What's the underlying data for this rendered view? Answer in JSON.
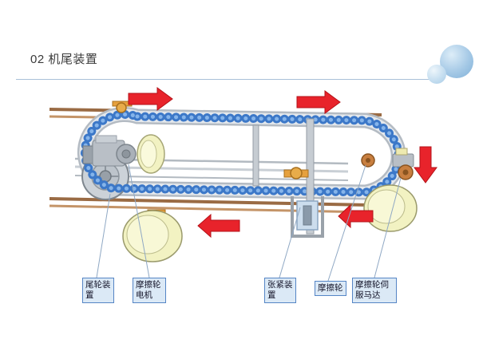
{
  "slide": {
    "title": "02 机尾装置"
  },
  "callout_labels": [
    {
      "text": "尾轮装置"
    },
    {
      "text": "摩擦轮电机"
    },
    {
      "text": "张紧装置"
    },
    {
      "text": "摩擦轮"
    },
    {
      "text": "摩擦轮伺服马达"
    }
  ],
  "colors": {
    "arrow_red": "#e8232b",
    "chain_blue": "#3c78c8",
    "rail_copper": "#9a6b44",
    "wheel_cream": "#f2f2c2",
    "track_gray": "#b4bbc3",
    "label_bg": "#dbe9f6",
    "label_border": "#5585c5",
    "accent_circle_blue": "#a5c9e6"
  }
}
